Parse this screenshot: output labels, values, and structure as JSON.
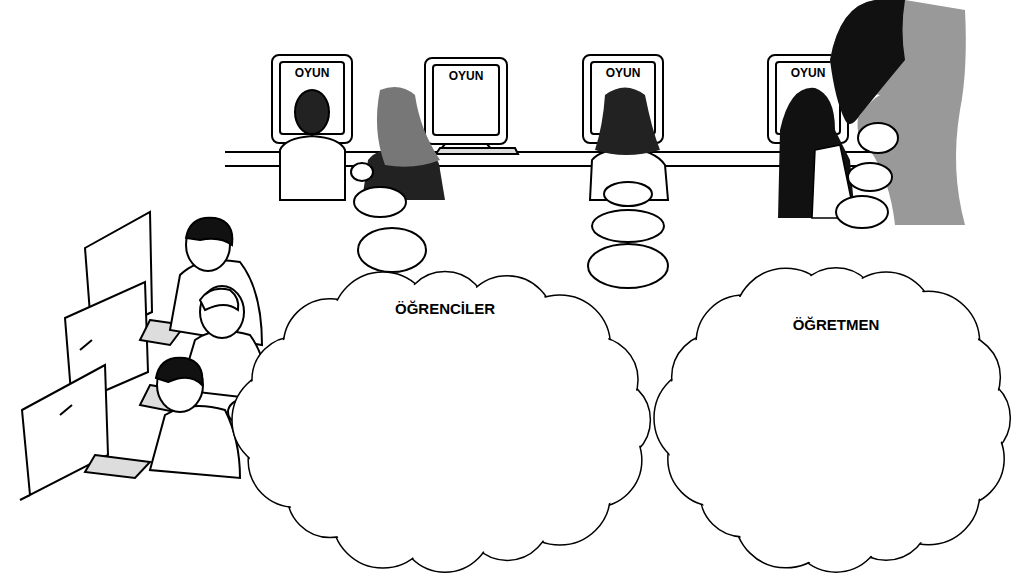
{
  "diagram": {
    "nodes": [
      {
        "text": [
          "OYUN"
        ]
      },
      {
        "text": [
          "OYUN"
        ]
      },
      {
        "text": [
          "OYUN"
        ]
      },
      {
        "text": [
          "OYUN"
        ]
      },
      {
        "text": [
          "ÖĞRENCİLER"
        ]
      },
      {
        "text": [
          "ÖĞRETMEN"
        ]
      }
    ]
  }
}
